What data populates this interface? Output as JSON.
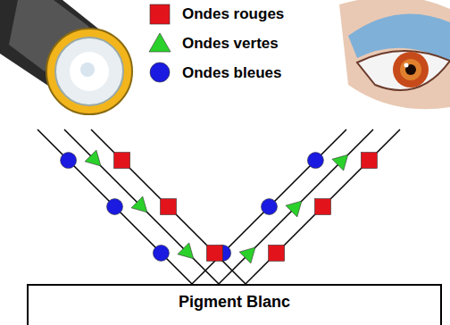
{
  "diagram": {
    "nodes": [
      {
        "text": [
          "Pigment Blanc"
        ]
      }
    ],
    "legend": [
      {
        "text": "Ondes rouges"
      },
      {
        "text": "Ondes vertes"
      },
      {
        "text": "Ondes bleues"
      }
    ]
  }
}
